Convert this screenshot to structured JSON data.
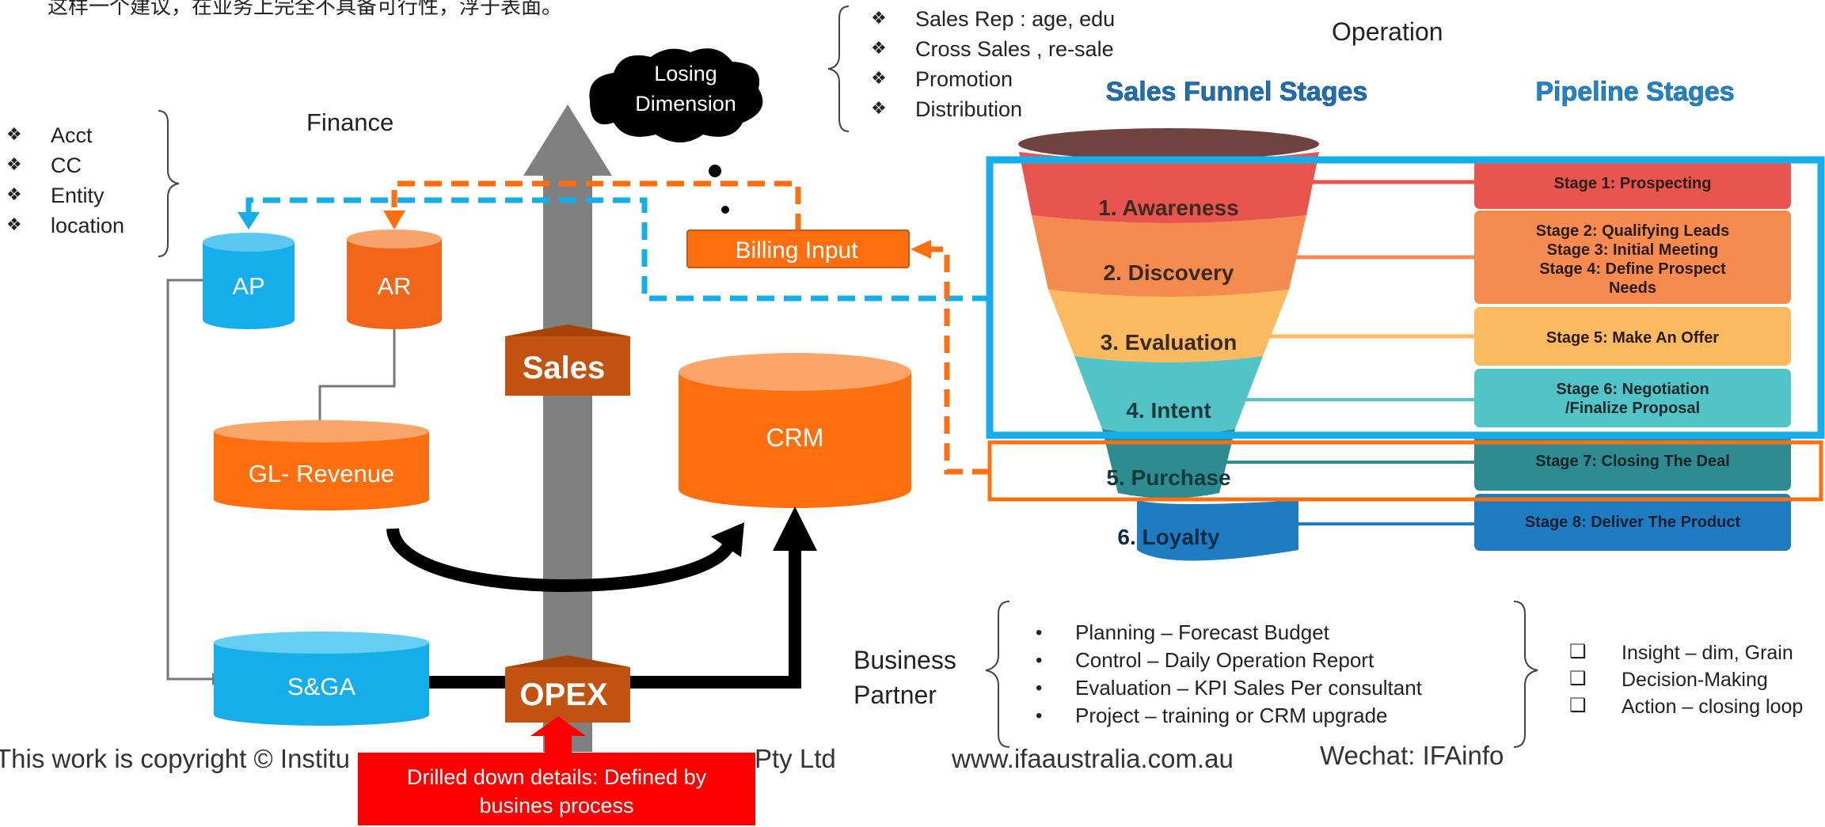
{
  "top_note": "这样一个建议，在业务上完全不具备可行性，浮于表面。",
  "finance": {
    "title": "Finance",
    "dimensions": [
      "Acct",
      "CC",
      "Entity",
      "location"
    ]
  },
  "sales_dimensions": [
    "Sales Rep : age, edu",
    "Cross Sales , re-sale",
    "Promotion",
    "Distribution"
  ],
  "operation_title": "Operation",
  "losing_dimension": "Losing Dimension",
  "nodes": {
    "ap": "AP",
    "ar": "AR",
    "gl_revenue": "GL- Revenue",
    "sga": "S&GA",
    "crm": "CRM",
    "sales": "Sales",
    "opex": "OPEX",
    "billing_input": "Billing Input"
  },
  "funnel": {
    "title": "Sales Funnel Stages",
    "stages": [
      "1. Awareness",
      "2. Discovery",
      "3. Evaluation",
      "4. Intent",
      "5. Purchase",
      "6. Loyalty"
    ],
    "colors": [
      "#e8554e",
      "#f68b50",
      "#fbb960",
      "#52c3c6",
      "#2d8b91",
      "#1e7cc0"
    ]
  },
  "pipeline": {
    "title": "Pipeline Stages",
    "stages": [
      "Stage 1: Prospecting",
      "Stage 2: Qualifying Leads\nStage  3:  Initial  Meeting\nStage 4: Define Prospect\nNeeds",
      "Stage 5: Make An Offer",
      "Stage 6: Negotiation\n/Finalize Proposal",
      "Stage 7: Closing The Deal",
      "Stage 8: Deliver The Product"
    ]
  },
  "business_partner": {
    "label": "Business\nPartner",
    "items": [
      "Planning – Forecast Budget",
      "Control – Daily Operation Report",
      "Evaluation – KPI   Sales Per consultant",
      "Project – training or CRM upgrade"
    ],
    "outcomes": [
      "Insight – dim, Grain",
      "Decision-Making",
      "Action – closing loop"
    ]
  },
  "footer": {
    "copyright_left": "This work is copyright © Institu",
    "copyright_right": "Pty Ltd",
    "website": "www.ifaaustralia.com.au",
    "wechat": "Wechat: IFAinfo"
  },
  "drill_down": "Drilled down details: Defined by\nbusines process",
  "colors": {
    "orange": "#ff6f0f",
    "blue": "#15aeea",
    "dark_orange": "#c1520f",
    "gray_arrow": "#808080",
    "red": "#ff0000"
  }
}
